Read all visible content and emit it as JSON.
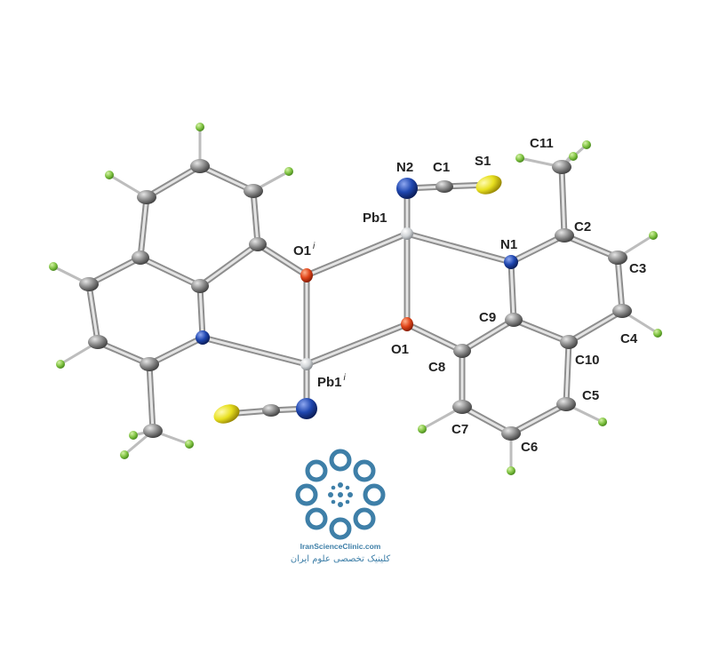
{
  "labels": {
    "pb1": "Pb1",
    "n2": "N2",
    "c1": "C1",
    "s1": "S1",
    "c11": "C11",
    "c2": "C2",
    "n1": "N1",
    "c3": "C3",
    "c9": "C9",
    "c4": "C4",
    "o1": "O1",
    "c10": "C10",
    "c8": "C8",
    "c5": "C5",
    "c7": "C7",
    "c6": "C6",
    "o1i": "O1",
    "o1i_sup": "i",
    "pb1i": "Pb1",
    "pb1i_sup": "i"
  },
  "logo": {
    "name": "IranScienceClinic.com",
    "subtitle": "کلینیک تخصصی علوم ایران"
  },
  "colors": {
    "carbon": "#8a8a8a",
    "hydrogen": "#7fc241",
    "nitrogen": "#1a3fa0",
    "oxygen": "#e0451a",
    "sulfur": "#e8e020",
    "lead": "#d8dadc",
    "bond": "#c4c4c4",
    "logo": "#3e7fa8"
  }
}
